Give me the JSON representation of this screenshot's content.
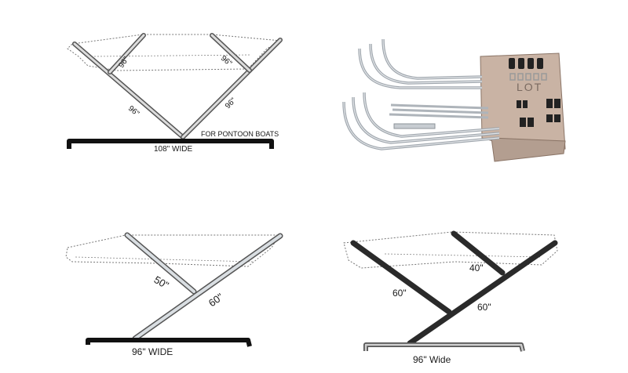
{
  "diagram_1": {
    "upper_left_label": "96\"",
    "upper_right_label": "96\"",
    "lower_left_label": "96\"",
    "lower_right_label": "96\"",
    "note": "FOR PONTOON BOATS",
    "width_label": "108\" WIDE"
  },
  "photo": {
    "box_print": "LOT"
  },
  "diagram_2": {
    "upper_label": "50\"",
    "lower_label": "60\"",
    "width_label": "96\" WIDE"
  },
  "diagram_3": {
    "left_label": "60\"",
    "upper_right_label": "40\"",
    "lower_right_label": "60\"",
    "width_label": "96\" Wide"
  },
  "colors": {
    "frame_stroke": "#555555",
    "frame_fill_light": "#d9dee2",
    "frame_fill_dark": "#2a2a2a",
    "tube": "#b9bec4",
    "box": "#c9b3a4"
  }
}
